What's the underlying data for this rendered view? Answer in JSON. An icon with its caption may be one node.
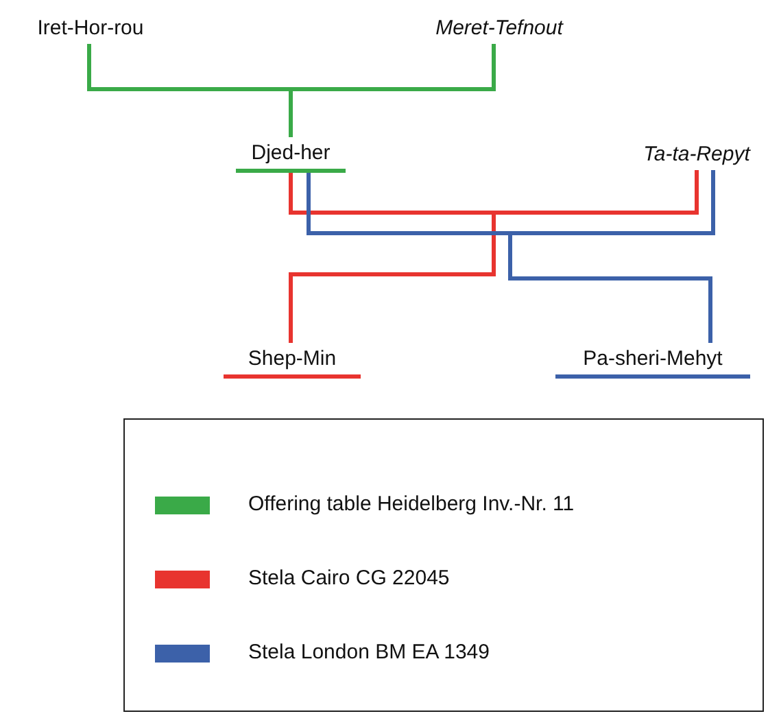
{
  "diagram": {
    "nodes": [
      {
        "text": [
          "Iret-Hor-rou"
        ]
      },
      {
        "text": [
          "*Meret-Tefnout*"
        ]
      },
      {
        "text": [
          "Djed-her"
        ]
      },
      {
        "text": [
          "*Ta-ta-Repyt*"
        ]
      },
      {
        "text": [
          "Shep-Min"
        ]
      },
      {
        "text": [
          "Pa-sheri-Mehyt"
        ]
      }
    ],
    "edges": [
      {
        "from": 0,
        "to": 2,
        "arrow": "none",
        "color": "#3aaa48"
      },
      {
        "from": 1,
        "to": 2,
        "arrow": "none",
        "color": "#3aaa48"
      },
      {
        "from": 2,
        "to": 4,
        "arrow": "none",
        "color": "#e8342f"
      },
      {
        "from": 3,
        "to": 4,
        "arrow": "none",
        "color": "#e8342f"
      },
      {
        "from": 2,
        "to": 5,
        "arrow": "none",
        "color": "#3c61a9"
      },
      {
        "from": 3,
        "to": 5,
        "arrow": "none",
        "color": "#3c61a9"
      }
    ],
    "legend": [
      {
        "text": "Offering table Heidelberg Inv.-Nr. 11",
        "color": "#3aaa48"
      },
      {
        "text": "Stela Cairo CG 22045",
        "color": "#e8342f"
      },
      {
        "text": "Stela London BM EA 1349",
        "color": "#3c61a9"
      }
    ]
  }
}
